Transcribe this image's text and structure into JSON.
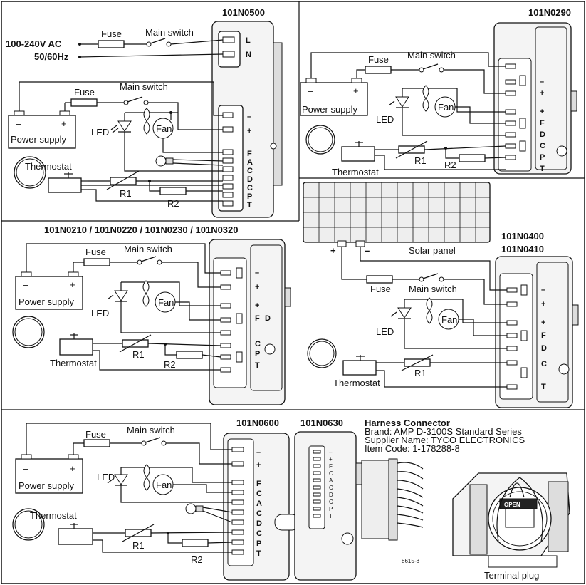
{
  "titles": {
    "t500": "101N0500",
    "t290": "101N0290",
    "t210": "101N0210 / 101N0220 / 101N0230 / 101N0320",
    "t400a": "101N0400",
    "t400b": "101N0410",
    "t600": "101N0600",
    "t630": "101N0630"
  },
  "labels": {
    "ac": "100-240V AC",
    "hz": "50/60Hz",
    "fuse": "Fuse",
    "main_switch": "Main switch",
    "power_supply": "Power supply",
    "led": "LED",
    "fan": "Fan",
    "thermostat": "Thermostat",
    "r1": "R1",
    "r2": "R2",
    "solar_panel": "Solar panel",
    "terminal_plug": "Terminal plug",
    "open": "OPEN",
    "code": "8615-8",
    "minus": "–",
    "plus": "+"
  },
  "harness": {
    "title": "Harness Connector",
    "brand": "Brand: AMP D-3100S Standard Series",
    "supplier": "Supplier Name: TYCO ELECTRONICS",
    "item": "Item Code: 1-178288-8"
  },
  "pins": {
    "ln": [
      "L",
      "N"
    ],
    "p500": [
      "–",
      "+",
      "F",
      "A",
      "C",
      "D",
      "C",
      "P",
      "T"
    ],
    "p290": [
      "–",
      "+",
      "+",
      "F",
      "D",
      "C",
      "P",
      "T"
    ],
    "p210": [
      "–",
      "+",
      "+",
      "F",
      "D",
      "C",
      "P",
      "T"
    ],
    "p400": [
      "–",
      "+",
      "+",
      "F",
      "D",
      "C",
      "T"
    ],
    "p600": [
      "–",
      "+",
      "F",
      "C",
      "A",
      "C",
      "D",
      "C",
      "P",
      "T"
    ],
    "p630": [
      "–",
      "+",
      "F",
      "C",
      "A",
      "C",
      "D",
      "C",
      "P",
      "T"
    ]
  }
}
